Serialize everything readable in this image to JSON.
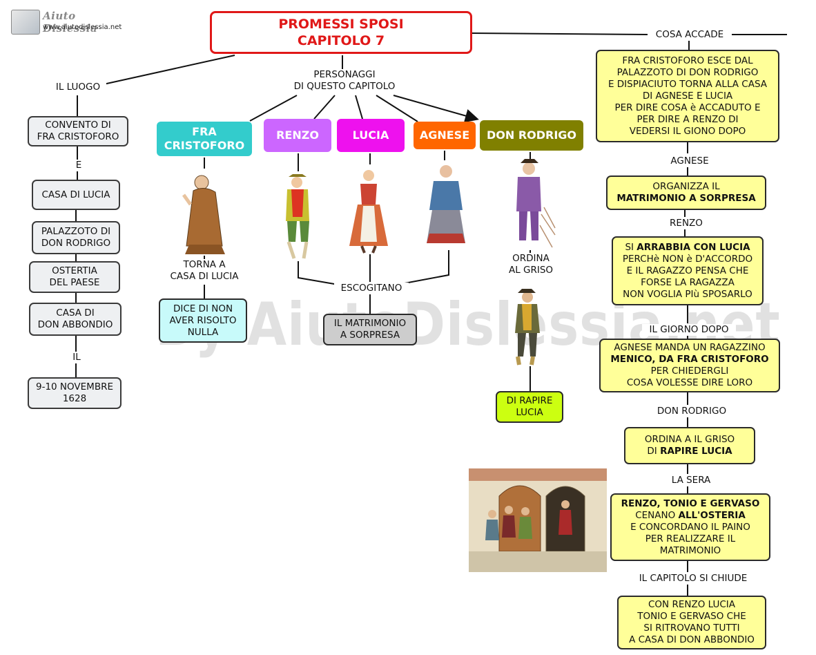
{
  "logo": {
    "name": "Aiuto Dislessia",
    "url": "www.aiutodislessia.net"
  },
  "watermark": "By AiutoDislessia.net",
  "title": {
    "line1": "PROMESSI SPOSI",
    "line2": "CAPITOLO 7"
  },
  "links": {
    "luogo": "IL LUOGO",
    "personaggi": "PERSONAGGI\nDI QUESTO CAPITOLO",
    "cosa_accade": "COSA  ACCADE",
    "e": "E",
    "il": "IL",
    "torna": "TORNA A\nCASA DI LUCIA",
    "escogitano": "ESCOGITANO",
    "ordina": "ORDINA\nAL GRISO",
    "agnese": "AGNESE",
    "renzo": "RENZO",
    "giorno_dopo": "IL GIORNO DOPO",
    "don_rodrigo": "DON RODRIGO",
    "la_sera": "LA SERA",
    "chiude": "IL CAPITOLO SI CHIUDE"
  },
  "places": {
    "convento": "CONVENTO DI\nFRA CRISTOFORO",
    "casa_lucia": "CASA DI LUCIA",
    "palazzoto": "PALAZZOTO DI\nDON RODRIGO",
    "osteria": "OSTERTIA\nDEL PAESE",
    "casa_abbondio": "CASA DI\nDON ABBONDIO",
    "date": "9-10 NOVEMBRE\n1628"
  },
  "characters": {
    "cristoforo": "FRA\nCRISTOFORO",
    "renzo": "RENZO",
    "lucia": "LUCIA",
    "agnese": "AGNESE",
    "rodrigo": "DON RODRIGO"
  },
  "nodes": {
    "dice": "DICE DI NON\nAVER RISOLTO\nNULLA",
    "matrimonio": "IL MATRIMONIO\nA SORPRESA",
    "rapire": "DI RAPIRE\nLUCIA"
  },
  "events": {
    "e1": "FRA CRISTOFORO ESCE DAL\nPALAZZOTO DI DON RODRIGO\nE DISPIACIUTO TORNA ALLA CASA\nDI AGNESE E LUCIA\nPER DIRE COSA è ACCADUTO E\nPER DIRE A RENZO DI\nVEDERSI IL GIONO DOPO",
    "e2_a": "ORGANIZZA IL",
    "e2_b": "MATRIMONIO A SORPRESA",
    "e3_a": "SI ",
    "e3_b": "ARRABBIA CON LUCIA",
    "e3_c": "PERCHè NON è D'ACCORDO\nE IL RAGAZZO PENSA CHE\nFORSE LA RAGAZZA\nNON VOGLIA PIù SPOSARLO",
    "e4_a": "AGNESE MANDA UN RAGAZZINO",
    "e4_b": "MENICO, DA FRA CRISTOFORO",
    "e4_c": "PER CHIEDERGLI\nCOSA VOLESSE DIRE LORO",
    "e5_a": "ORDINA A IL GRISO",
    "e5_b": "DI ",
    "e5_c": "RAPIRE LUCIA",
    "e6_a": "RENZO, TONIO E GERVASO",
    "e6_b": "CENANO ",
    "e6_c": "ALL'OSTERIA",
    "e6_d": "E CONCORDANO IL PAINO\nPER REALIZZARE IL\nMATRIMONIO",
    "e7": "CON RENZO LUCIA\nTONIO E GERVASO CHE\nSI RITROVANO TUTTI\nA CASA DI DON ABBONDIO"
  },
  "colors": {
    "title_border": "#e01818",
    "cristoforo": "#33cccc",
    "renzo": "#cc66ff",
    "lucia": "#ee11ee",
    "agnese": "#ff6600",
    "rodrigo": "#808000",
    "event_fill": "#ffff99"
  },
  "icons": [
    "book-icon",
    "friar-figure",
    "renzo-figure",
    "lucia-figure",
    "agnese-figure",
    "rodrigo-figure",
    "griso-figure",
    "osteria-scene"
  ]
}
